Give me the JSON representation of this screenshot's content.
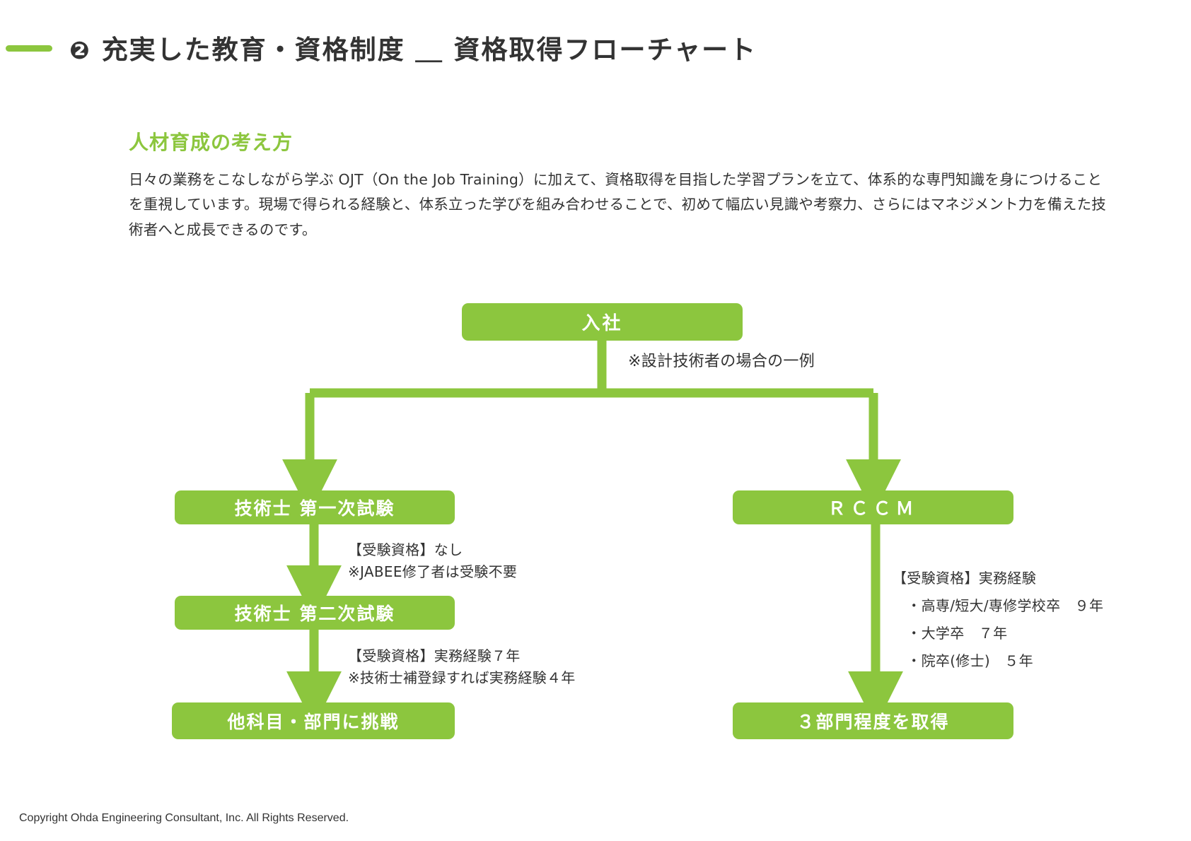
{
  "header": {
    "number": "❷",
    "title": "充実した教育・資格制度 ＿ 資格取得フローチャート",
    "accent_color": "#8cc63e"
  },
  "lead": {
    "heading": "人材育成の考え方",
    "body": "日々の業務をこなしながら学ぶ OJT（On the Job Training）に加えて、資格取得を目指した学習プランを立て、体系的な専門知識を身につけることを重視しています。現場で得られる経験と、体系立った学びを組み合わせることで、初めて幅広い見識や考察力、さらにはマネジメント力を備えた技術者へと成長できるのです。"
  },
  "flow": {
    "root": "入社",
    "root_note": "※設計技術者の場合の一例",
    "left_branch": {
      "step1": "技術士 第一次試験",
      "note1": "【受験資格】なし\n※JABEE修了者は受験不要",
      "step2": "技術士 第二次試験",
      "note2": "【受験資格】実務経験７年\n※技術士補登録すれば実務経験４年",
      "step3": "他科目・部門に挑戦"
    },
    "right_branch": {
      "step1": "ＲＣＣＭ",
      "note": "【受験資格】実務経験\n　・高専/短大/専修学校卒　９年\n　・大学卒　７年\n　・院卒(修士)　５年",
      "step2": "３部門程度を取得"
    },
    "node_color": "#8cc63e",
    "connector_color": "#8cc63e"
  },
  "footer": {
    "copyright": "Copyright Ohda Engineering Consultant, Inc. All Rights Reserved."
  }
}
